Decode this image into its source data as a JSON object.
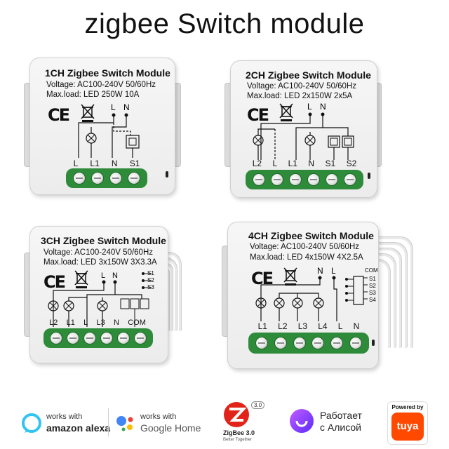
{
  "page": {
    "title": "zigbee Switch module"
  },
  "modules": [
    {
      "title": "1CH Zigbee Switch Module",
      "voltage": "Voltage: AC100-240V 50/60Hz",
      "maxload": "Max.load: LED 250W 10A",
      "terminals": [
        "L",
        "L1",
        "N",
        "S1"
      ],
      "diagram_labels": [
        "L",
        "N"
      ]
    },
    {
      "title": "2CH Zigbee Switch Module",
      "voltage": "Voltage: AC100-240V 50/60Hz",
      "maxload": "Max.load: LED 2x150W 2x5A",
      "terminals": [
        "L2",
        "L",
        "L1",
        "N",
        "S1",
        "S2"
      ],
      "diagram_labels": [
        "L",
        "N"
      ]
    },
    {
      "title": "3CH Zigbee Switch Module",
      "voltage": "Voltage: AC100-240V 50/60Hz",
      "maxload": "Max.load: LED 3x150W 3X3.3A",
      "terminals": [
        "L2",
        "L1",
        "L",
        "L3",
        "N",
        "COM"
      ],
      "diagram_labels": [
        "L",
        "N",
        "S1",
        "S2",
        "S3"
      ]
    },
    {
      "title": "4CH Zigbee Switch Module",
      "voltage": "Voltage: AC100-240V 50/60Hz",
      "maxload": "Max.load: LED 4x150W 4X2.5A",
      "terminals": [
        "L1",
        "L2",
        "L3",
        "L4",
        "L",
        "N"
      ],
      "diagram_labels": [
        "N",
        "L",
        "COM",
        "S1",
        "S2",
        "S3",
        "S4"
      ]
    }
  ],
  "ce_mark": "CE",
  "badges": {
    "alexa": {
      "line1": "works with",
      "line2": "amazon alexa"
    },
    "google": {
      "line1": "works with",
      "line2": "Google Home"
    },
    "zigbee": {
      "version": "3.0",
      "name": "ZigBee 3.0",
      "tagline": "Better Together"
    },
    "alice": {
      "line1": "Работает",
      "line2": "с Алисой"
    },
    "tuya": {
      "powered": "Powered by",
      "name": "tuya"
    }
  },
  "colors": {
    "terminal_green": "#2e8b3a",
    "module_body": "#efefef",
    "alexa_blue": "#31c4f3",
    "zigbee_red": "#e2231a",
    "alice_purple": "#8b3cff",
    "tuya_orange": "#ff4800"
  }
}
